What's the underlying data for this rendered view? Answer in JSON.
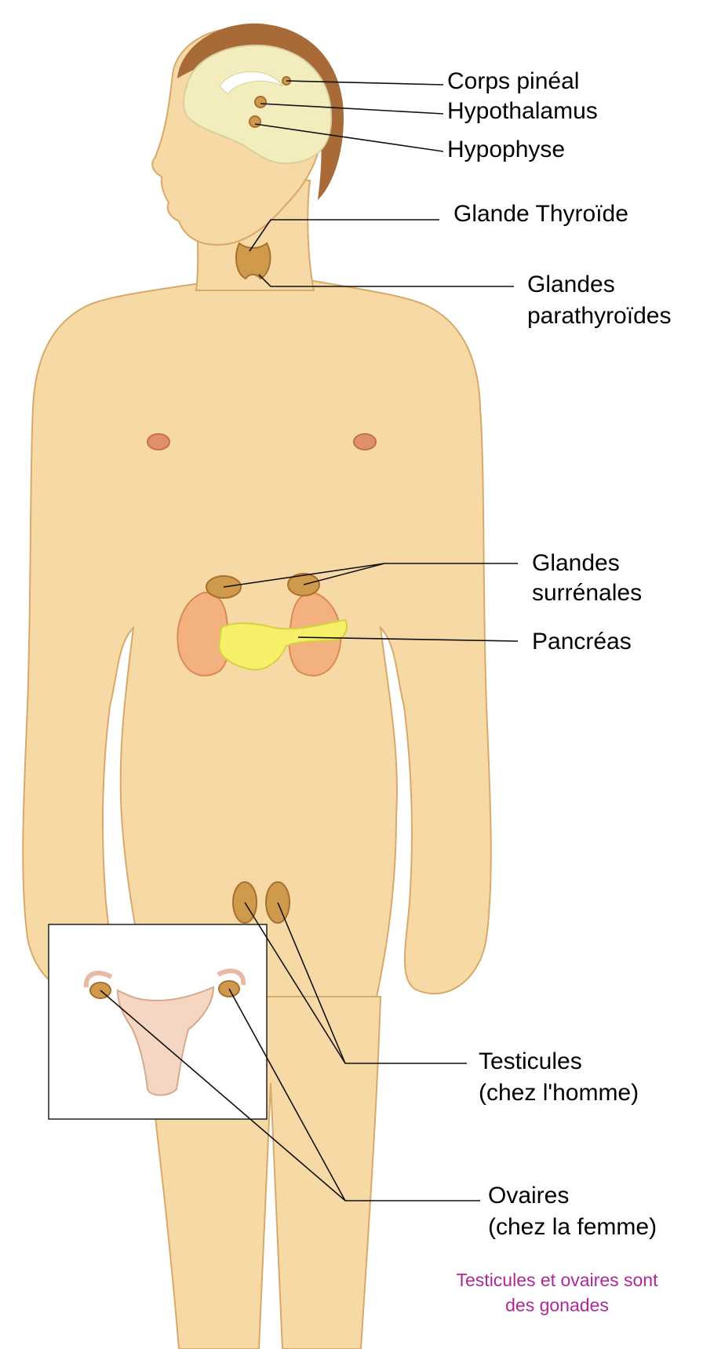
{
  "colors": {
    "skin": "#f7d9a6",
    "skin_outline": "#d7a96a",
    "hair": "#a86a37",
    "brain": "#f3edbe",
    "gland": "#cf9a4b",
    "kidney": "#f2b17e",
    "pancreas": "#f5ef69",
    "uterus": "#f4d6c2",
    "nipple": "#e0906a",
    "leader_line": "#111111",
    "note_text": "#b0279a"
  },
  "labels": {
    "pineal": "Corps pinéal",
    "hypothalamus": "Hypothalamus",
    "hypophyse": "Hypophyse",
    "thyroide": "Glande Thyroïde",
    "parathyroides": [
      "Glandes",
      "parathyroïdes"
    ],
    "surrenales": [
      "Glandes",
      "surrénales"
    ],
    "pancreas": "Pancréas",
    "testicules": [
      "Testicules",
      "(chez l'homme)"
    ],
    "ovaires": [
      "Ovaires",
      "(chez la femme)"
    ]
  },
  "note": [
    "Testicules et ovaires sont",
    "des gonades"
  ],
  "icons": [
    "human-body-figure",
    "female-reproductive-inset"
  ]
}
